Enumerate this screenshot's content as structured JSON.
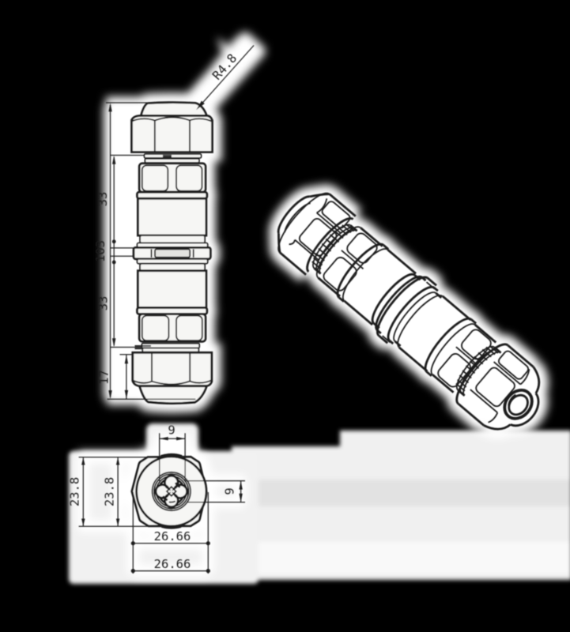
{
  "document": {
    "type": "technical-drawing",
    "subject": "waterproof inline cable connector / cable gland",
    "background_color": "#000000",
    "paper_color": "#f2f2f0",
    "line_color": "#1a1a1a"
  },
  "views": {
    "front_view": "orthographic side view with hex dome nuts at both ends",
    "isometric_view": "3d line view rotated about 40 degrees",
    "end_view": "hex end view with cross-slit rubber seal"
  },
  "dimensions": {
    "radius_callout": "R4.8",
    "upper_section": "33",
    "overall_length": "103",
    "lower_section": "33",
    "nut_height": "17",
    "seal_slot_width": "9",
    "seal_slot_height": "9",
    "across_flats": "23.8",
    "across_flats_2": "23.8",
    "across_corners": "26.66",
    "across_corners_2": "26.66"
  }
}
